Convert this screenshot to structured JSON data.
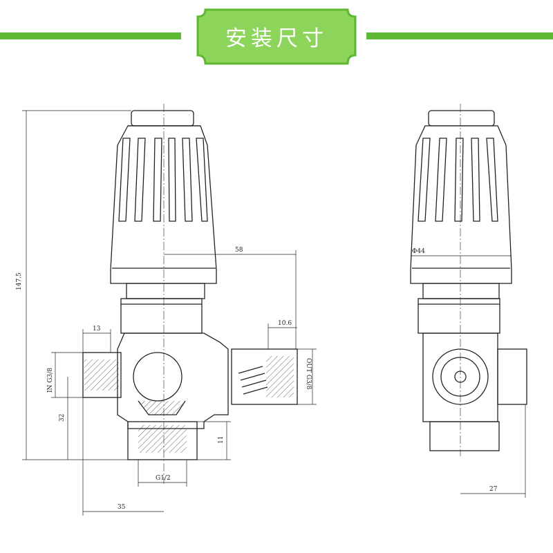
{
  "header": {
    "title": "安装尺寸",
    "accent": "#5db832",
    "accent_dark": "#3f8f1e",
    "label_bg": "#8dd45a"
  },
  "dimensions": {
    "total_height": "147.5",
    "outlet_offset": "58",
    "top_width": "13",
    "outlet_depth": "10.6",
    "inlet_center": "32",
    "bottom_port_height": "11",
    "bottom_port": "G1/2",
    "inlet_to_center": "35",
    "knob_diameter": "Φ44",
    "side_depth": "27"
  },
  "ports": {
    "inlet": "IN G3/8",
    "outlet": "OUT G3/8"
  }
}
